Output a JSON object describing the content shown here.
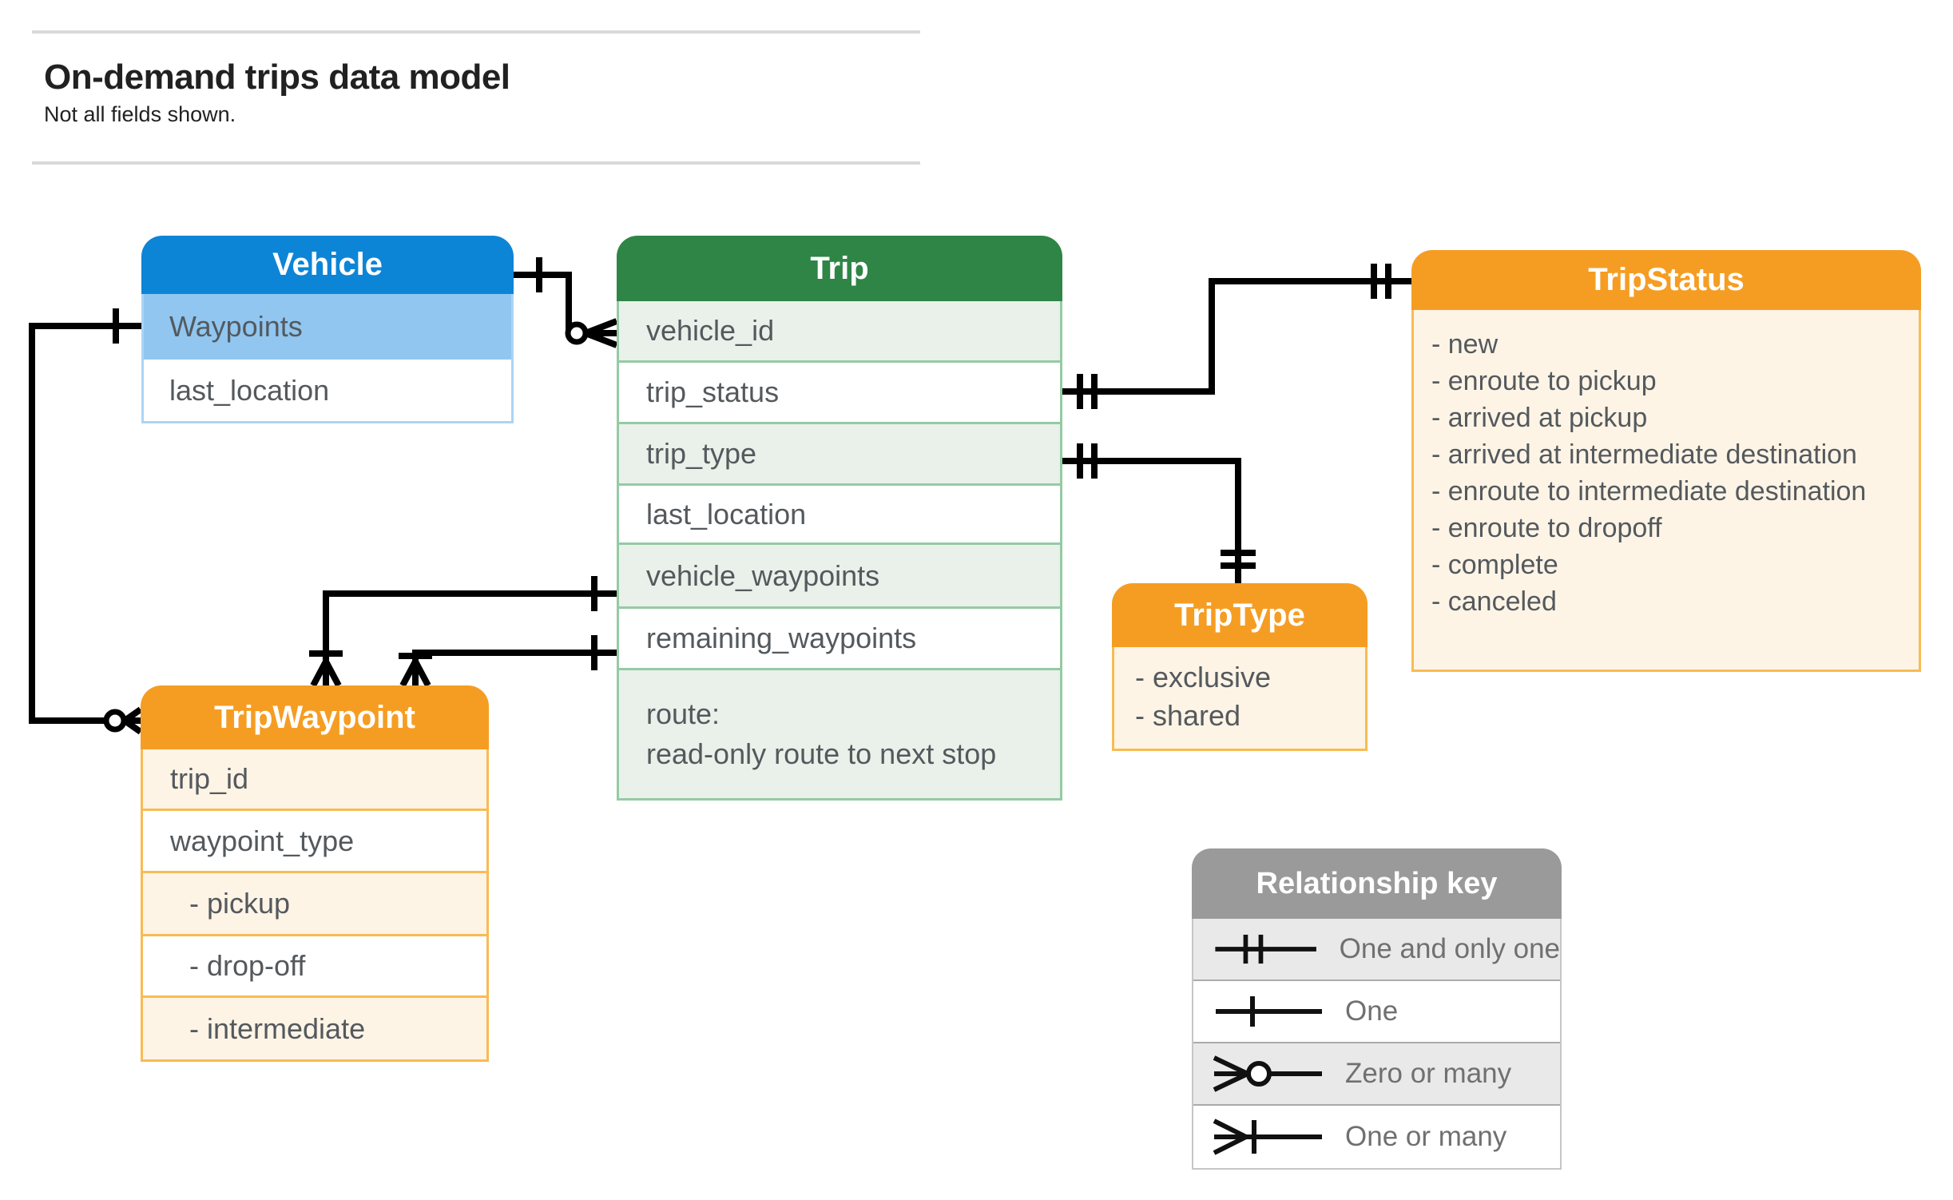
{
  "page": {
    "title": "On-demand trips data model",
    "subtitle": "Not all fields shown."
  },
  "colors": {
    "vehicle_header": "#0d85d6",
    "vehicle_row": "#90c6f0",
    "trip_header": "#2e8546",
    "trip_row": "#e9f1ea",
    "orange_header": "#f59d23",
    "orange_row": "#fdf4e6",
    "legend_header": "#9a9a9a",
    "legend_row": "#e9e9e9",
    "wire": "#000000",
    "field_text": "#54595d"
  },
  "entities": {
    "vehicle": {
      "title": "Vehicle",
      "fields": [
        "Waypoints",
        "last_location"
      ]
    },
    "trip": {
      "title": "Trip",
      "fields": [
        "vehicle_id",
        "trip_status",
        "trip_type",
        "last_location",
        "vehicle_waypoints",
        "remaining_waypoints"
      ],
      "route": {
        "line1": "route:",
        "line2": "read-only route to next stop"
      }
    },
    "trip_status": {
      "title": "TripStatus",
      "values": [
        "- new",
        "- enroute to pickup",
        "- arrived at pickup",
        "- arrived at intermediate destination",
        "- enroute to intermediate destination",
        "- enroute to dropoff",
        "- complete",
        "- canceled"
      ]
    },
    "trip_type": {
      "title": "TripType",
      "values": [
        "- exclusive",
        "- shared"
      ]
    },
    "trip_waypoint": {
      "title": "TripWaypoint",
      "fields": [
        "trip_id",
        "waypoint_type",
        "- pickup",
        "- drop-off",
        "- intermediate"
      ]
    }
  },
  "legend": {
    "title": "Relationship key",
    "rows": [
      {
        "symbol": "one-and-only-one",
        "label": "One and only one"
      },
      {
        "symbol": "one",
        "label": "One"
      },
      {
        "symbol": "zero-or-many",
        "label": "Zero or many"
      },
      {
        "symbol": "one-or-many",
        "label": "One or many"
      }
    ]
  }
}
